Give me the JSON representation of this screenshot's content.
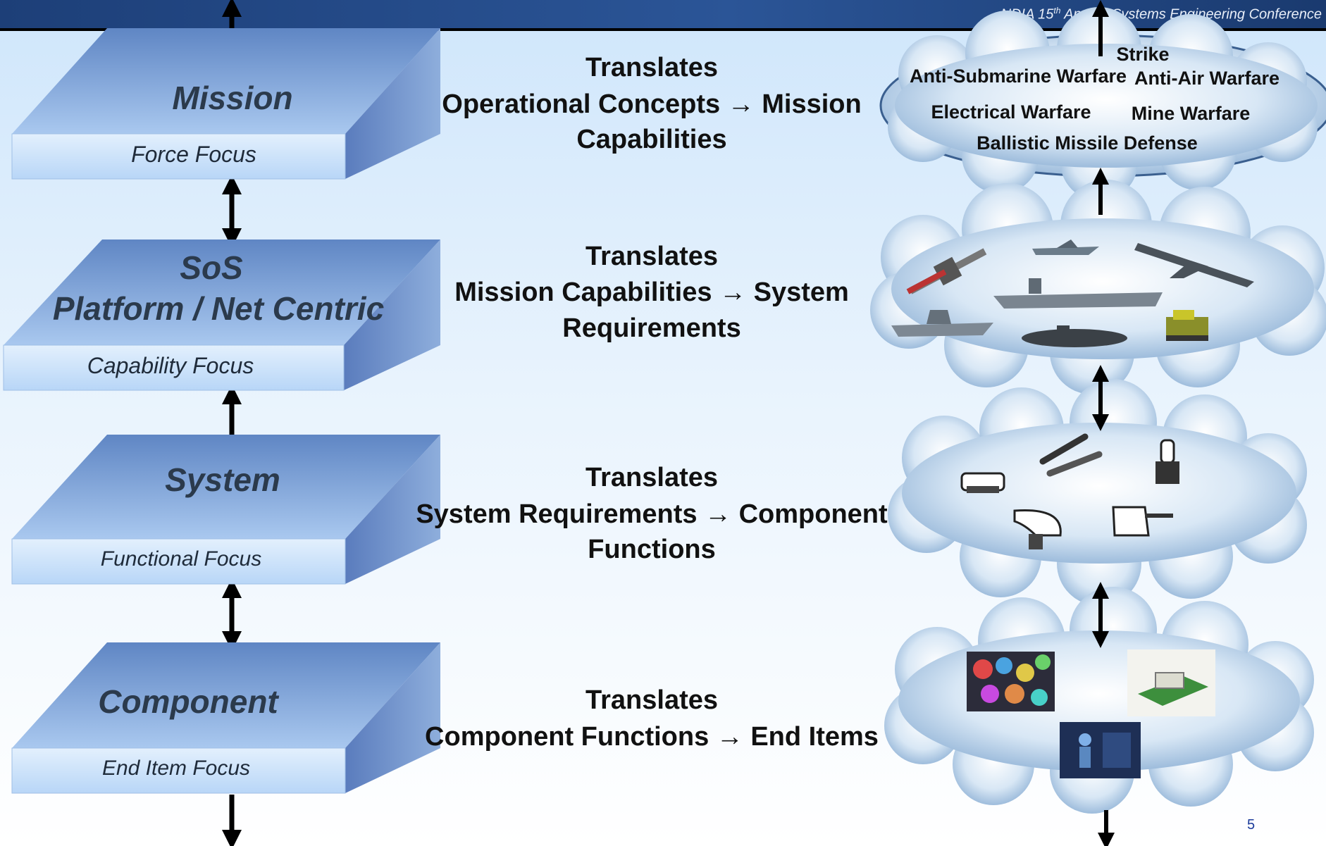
{
  "header": {
    "conference_prefix": "NDIA 15",
    "conference_sup": "th",
    "conference_suffix": " Annual Systems Engineering Conference"
  },
  "layers": [
    {
      "title_lines": [
        "Mission"
      ],
      "subtitle": "Force Focus"
    },
    {
      "title_lines": [
        "SoS",
        "Platform / Net Centric"
      ],
      "subtitle": "Capability Focus"
    },
    {
      "title_lines": [
        "System"
      ],
      "subtitle": "Functional Focus"
    },
    {
      "title_lines": [
        "Component"
      ],
      "subtitle": "End Item Focus"
    }
  ],
  "translations": [
    {
      "line1": "Translates",
      "line2": "Operational Concepts → Mission",
      "line3": "Capabilities"
    },
    {
      "line1": "Translates",
      "line2": "Mission Capabilities → System",
      "line3": "Requirements"
    },
    {
      "line1": "Translates",
      "line2": "System Requirements → Component",
      "line3": "Functions"
    },
    {
      "line1": "Translates",
      "line2": "Component Functions → End Items"
    }
  ],
  "mission_cloud": {
    "labels": [
      "Strike",
      "Anti-Submarine Warfare",
      "Anti-Air Warfare",
      "Electrical Warfare",
      "Mine Warfare",
      "Ballistic Missile Defense"
    ]
  },
  "platform_cloud_icons": [
    "satellite-icon",
    "fighter-jet-icon",
    "aircraft-icon",
    "aircraft-carrier-icon",
    "destroyer-ship-icon",
    "submarine-icon",
    "ground-vehicle-icon"
  ],
  "system_cloud_icons": [
    "radar-icon",
    "missile-icon",
    "launcher-icon",
    "sonar-dome-icon",
    "gun-mount-icon"
  ],
  "component_cloud_icons": [
    "cables-photo",
    "circuit-board-photo",
    "technician-photo"
  ],
  "page_number": "5",
  "colors": {
    "header_bar": "#2b5597",
    "layer_top": "#7fa5d8",
    "layer_front": "#c8e0fa",
    "layer_side": "#6f8fc5",
    "cloud_fill": "#c4d9ee",
    "arrow": "#000000"
  }
}
